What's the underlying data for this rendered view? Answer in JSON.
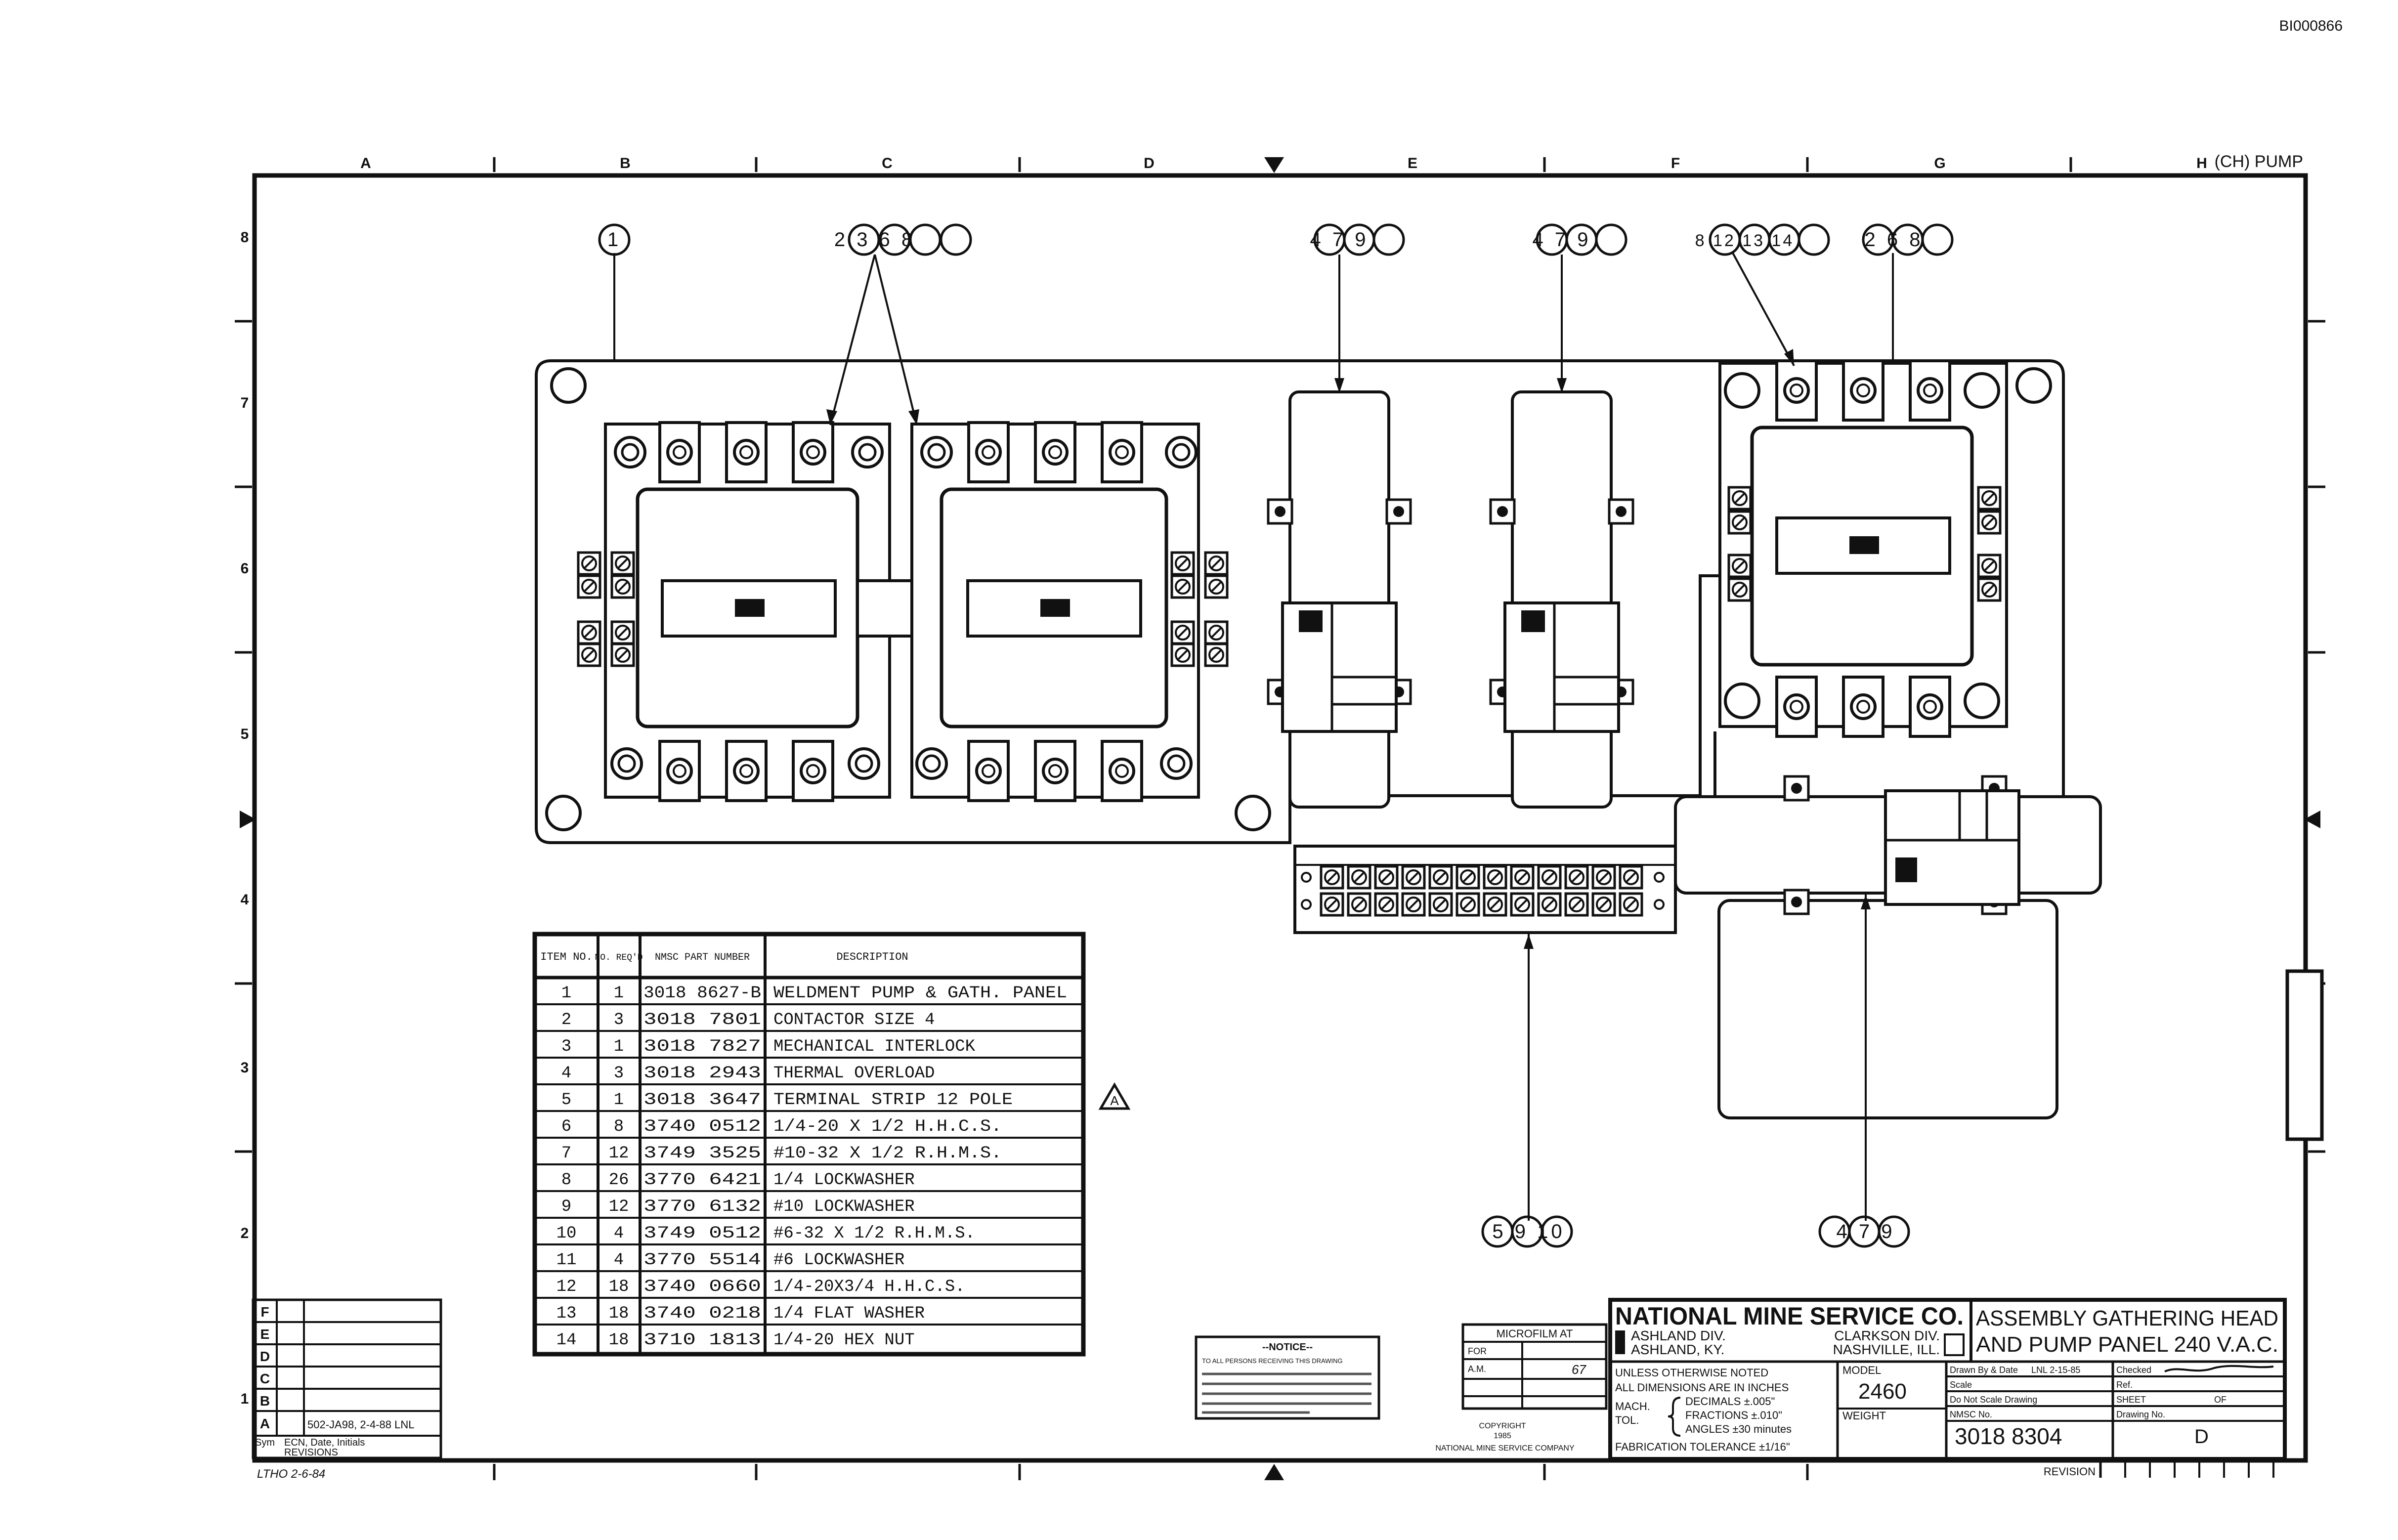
{
  "header": {
    "doc_number": "BI000866",
    "corner_label": "(CH) PUMP"
  },
  "grid": {
    "columns": [
      "A",
      "B",
      "C",
      "D",
      "E",
      "F",
      "G",
      "H"
    ],
    "rows": [
      "8",
      "7",
      "6",
      "5",
      "4",
      "3",
      "2",
      "1"
    ]
  },
  "balloons": {
    "b1": "1",
    "b2": "2 3 6 8",
    "b3": "4 7 9",
    "b4": "4 7 9",
    "b5": "8 12 13 14",
    "b6": "2 6 8",
    "b7": "5 9 10",
    "b8": "4 7 9"
  },
  "bom": {
    "headers": {
      "item": "ITEM NO.",
      "req": "NO. REQ'D",
      "part": "NMSC PART NUMBER",
      "desc": "DESCRIPTION"
    },
    "rows": [
      {
        "item": "1",
        "req": "1",
        "part": "3018 8627-B",
        "desc": "WELDMENT PUMP & GATH. PANEL"
      },
      {
        "item": "2",
        "req": "3",
        "part": "3018 7801",
        "desc": "CONTACTOR SIZE 4"
      },
      {
        "item": "3",
        "req": "1",
        "part": "3018 7827",
        "desc": "MECHANICAL INTERLOCK"
      },
      {
        "item": "4",
        "req": "3",
        "part": "3018 2943",
        "desc": "THERMAL OVERLOAD"
      },
      {
        "item": "5",
        "req": "1",
        "part": "3018 3647",
        "desc": "TERMINAL STRIP 12 POLE"
      },
      {
        "item": "6",
        "req": "8",
        "part": "3740 0512",
        "desc": "1/4-20 X 1/2 H.H.C.S."
      },
      {
        "item": "7",
        "req": "12",
        "part": "3749 3525",
        "desc": "#10-32 X 1/2 R.H.M.S."
      },
      {
        "item": "8",
        "req": "26",
        "part": "3770 6421",
        "desc": "1/4 LOCKWASHER"
      },
      {
        "item": "9",
        "req": "12",
        "part": "3770 6132",
        "desc": "#10 LOCKWASHER"
      },
      {
        "item": "10",
        "req": "4",
        "part": "3749 0512",
        "desc": "#6-32 X 1/2 R.H.M.S."
      },
      {
        "item": "11",
        "req": "4",
        "part": "3770 5514",
        "desc": "#6 LOCKWASHER"
      },
      {
        "item": "12",
        "req": "18",
        "part": "3740 0660",
        "desc": "1/4-20X3/4 H.H.C.S."
      },
      {
        "item": "13",
        "req": "18",
        "part": "3740 0218",
        "desc": "1/4 FLAT WASHER"
      },
      {
        "item": "14",
        "req": "18",
        "part": "3710 1813",
        "desc": "1/4-20 HEX NUT"
      }
    ]
  },
  "revisions": {
    "letters": [
      "F",
      "E",
      "D",
      "C",
      "B",
      "A"
    ],
    "entry_a": "502-JA98, 2-4-88 LNL",
    "footer_line1": "Sym",
    "footer_line2": "ECN, Date, Initials",
    "footer_line3": "REVISIONS",
    "scrawl": "LTHO 2-6-84"
  },
  "notice": {
    "title": "--NOTICE--",
    "body": "TO ALL PERSONS RECEIVING THIS DRAWING"
  },
  "microfilm": {
    "title": "MICROFILM AT",
    "for": "FOR",
    "am": "A.M.",
    "initials": "67"
  },
  "copyright": {
    "line1": "COPYRIGHT",
    "line2": "1985",
    "line3": "NATIONAL MINE SERVICE COMPANY"
  },
  "title_block": {
    "company": "NATIONAL MINE SERVICE CO.",
    "div_left_1": "ASHLAND DIV.",
    "div_left_2": "ASHLAND, KY.",
    "div_right_1": "CLARKSON DIV.",
    "div_right_2": "NASHVILLE, ILL.",
    "title_1": "ASSEMBLY GATHERING HEAD",
    "title_2": "AND PUMP PANEL 240 V.A.C.",
    "tol_1": "UNLESS OTHERWISE NOTED",
    "tol_2": "ALL DIMENSIONS ARE IN INCHES",
    "tol_mach": "MACH.",
    "tol_tol": "TOL.",
    "tol_dec": "DECIMALS ±.005\"",
    "tol_frac": "FRACTIONS ±.010\"",
    "tol_ang": "ANGLES ±30 minutes",
    "tol_fab": "FABRICATION TOLERANCE ±1/16\"",
    "model_label": "MODEL",
    "model_value": "2460",
    "weight_label": "WEIGHT",
    "drawn_label": "Drawn By & Date",
    "drawn_value": "LNL 2-15-85",
    "checked_label": "Checked",
    "scale_label": "Scale",
    "ref_label": "Ref.",
    "dns_label": "Do Not Scale Drawing",
    "sheet_label": "SHEET",
    "of_label": "OF",
    "nmsc_no_label": "NMSC No.",
    "nmsc_no_value": "3018 8304",
    "dwg_no_label": "Drawing No.",
    "dwg_no_value": "D",
    "revision_label": "REVISION"
  }
}
